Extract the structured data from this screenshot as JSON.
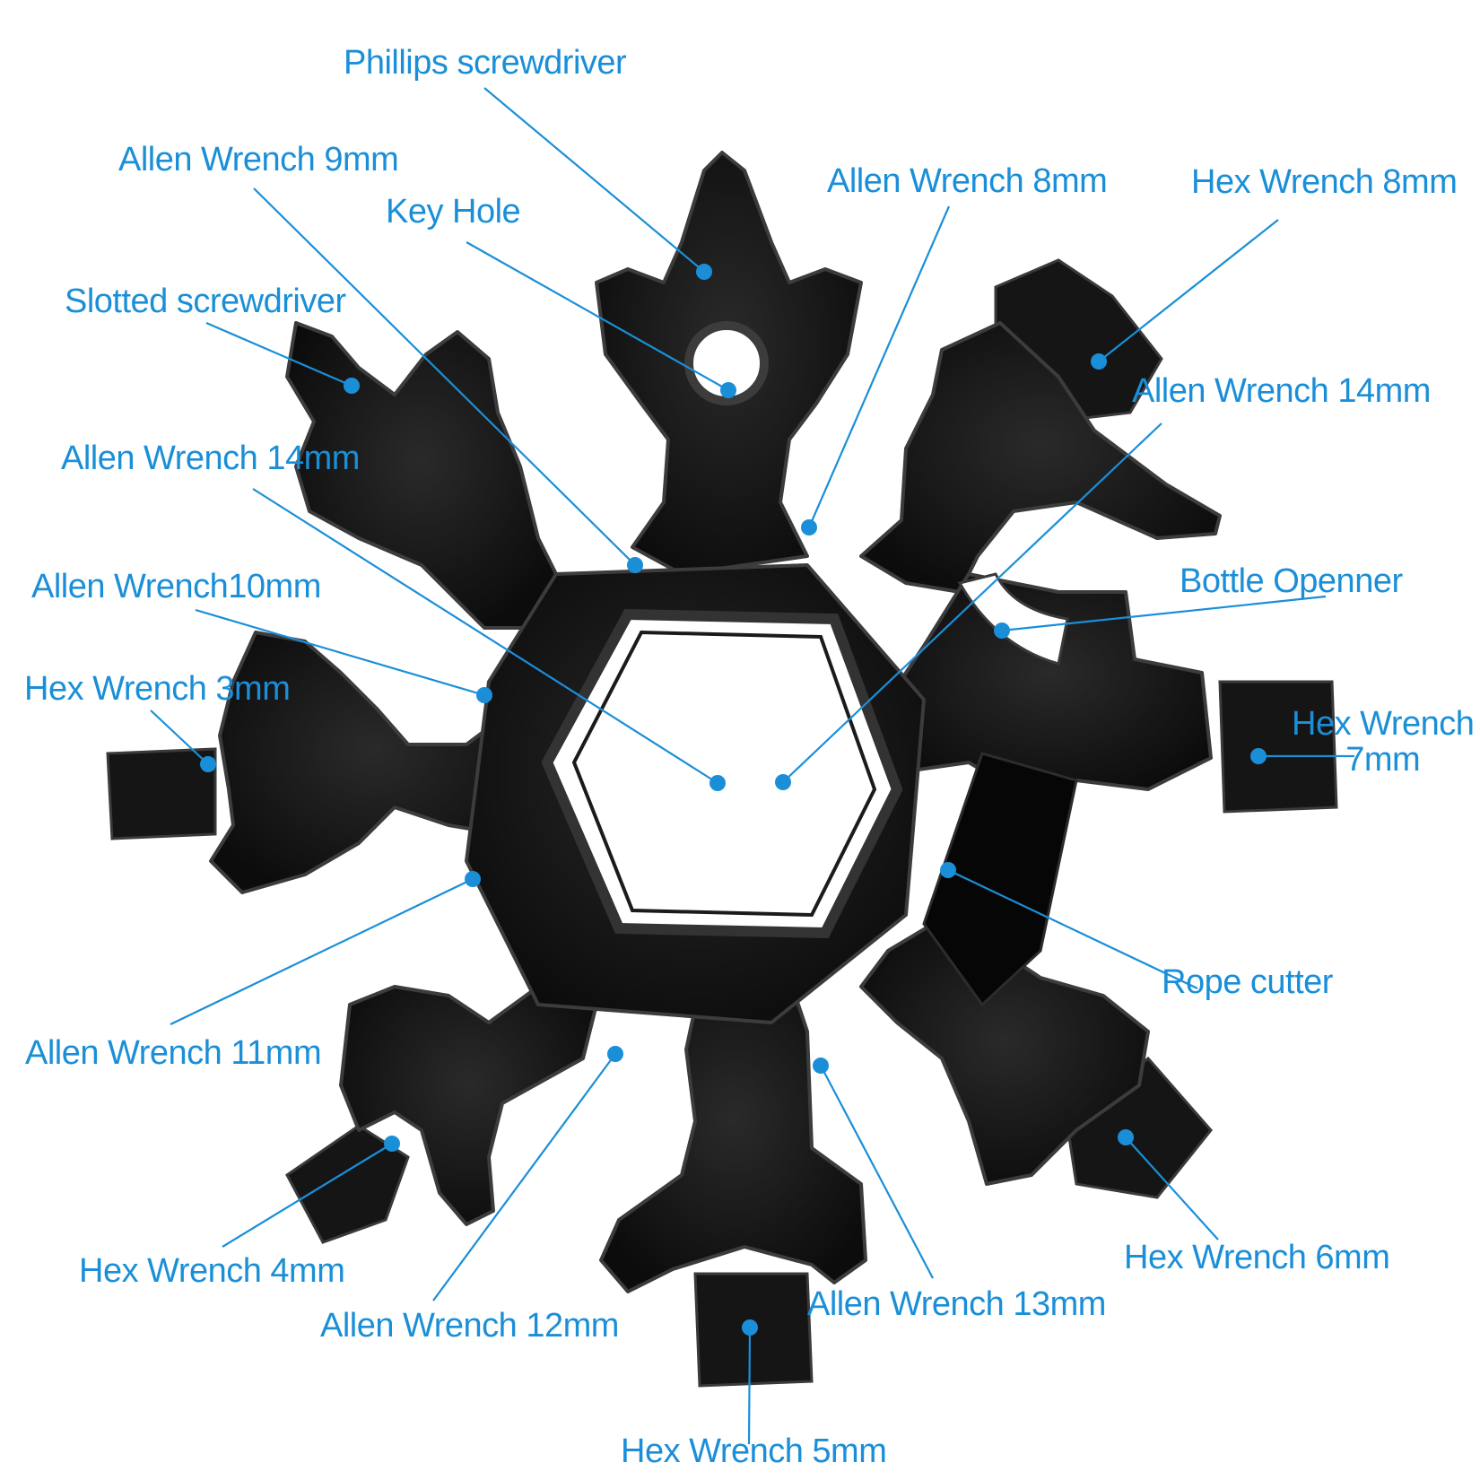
{
  "colors": {
    "label": "#1a8fd8",
    "leader": "#1a8fd8",
    "tool": "#141414",
    "tool_highlight": "#3a3a3a",
    "background": "#ffffff"
  },
  "labels": {
    "phillips": "Phillips screwdriver",
    "allen9": "Allen Wrench 9mm",
    "keyhole": "Key Hole",
    "allen8": "Allen Wrench 8mm",
    "hex8": "Hex Wrench 8mm",
    "slotted": "Slotted screwdriver",
    "allen14_right": "Allen Wrench 14mm",
    "allen14_left": "Allen Wrench 14mm",
    "bottle": "Bottle Openner",
    "allen10": "Allen Wrench10mm",
    "hex3": "Hex Wrench 3mm",
    "hex7_line1": "Hex Wrench",
    "hex7_line2": "7mm",
    "rope": "Rope cutter",
    "allen11": "Allen Wrench 11mm",
    "hex4": "Hex Wrench 4mm",
    "allen12": "Allen Wrench 12mm",
    "allen13": "Allen Wrench 13mm",
    "hex6": "Hex Wrench 6mm",
    "hex5": "Hex Wrench 5mm"
  }
}
